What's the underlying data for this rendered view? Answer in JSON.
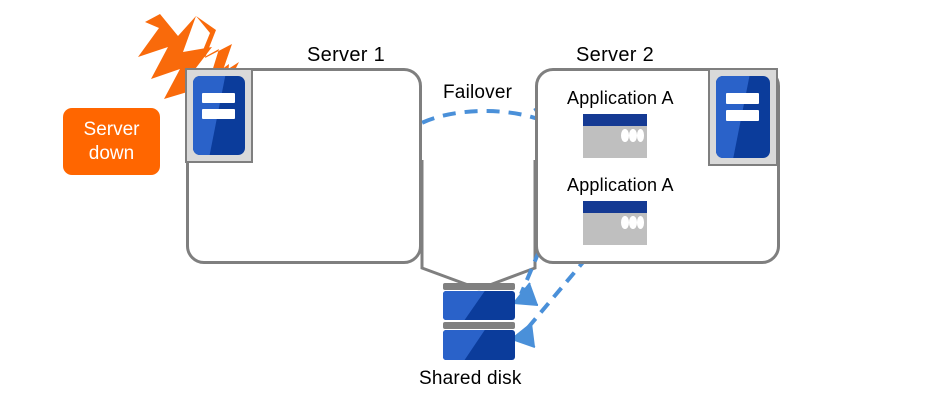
{
  "diagram": {
    "title_server1": "Server 1",
    "title_server2": "Server 2",
    "failover_label": "Failover",
    "shared_disk_label": "Shared disk",
    "alert_badge": {
      "line1": "Server",
      "line2": "down"
    },
    "server1": {
      "applications": []
    },
    "server2": {
      "applications": [
        {
          "label": "Application A"
        },
        {
          "label": "Application A"
        }
      ]
    },
    "colors": {
      "alert_orange": "#ff6600",
      "box_gray": "#7f7f7f",
      "arrow_blue": "#4a90d9",
      "icon_blue_dark": "#0b3c9b",
      "icon_blue_light": "#2a62c9",
      "app_body_gray": "#bfbfbf",
      "app_titlebar_blue": "#153a93",
      "disk_separator_gray": "#808080",
      "text_black": "#000000"
    }
  }
}
